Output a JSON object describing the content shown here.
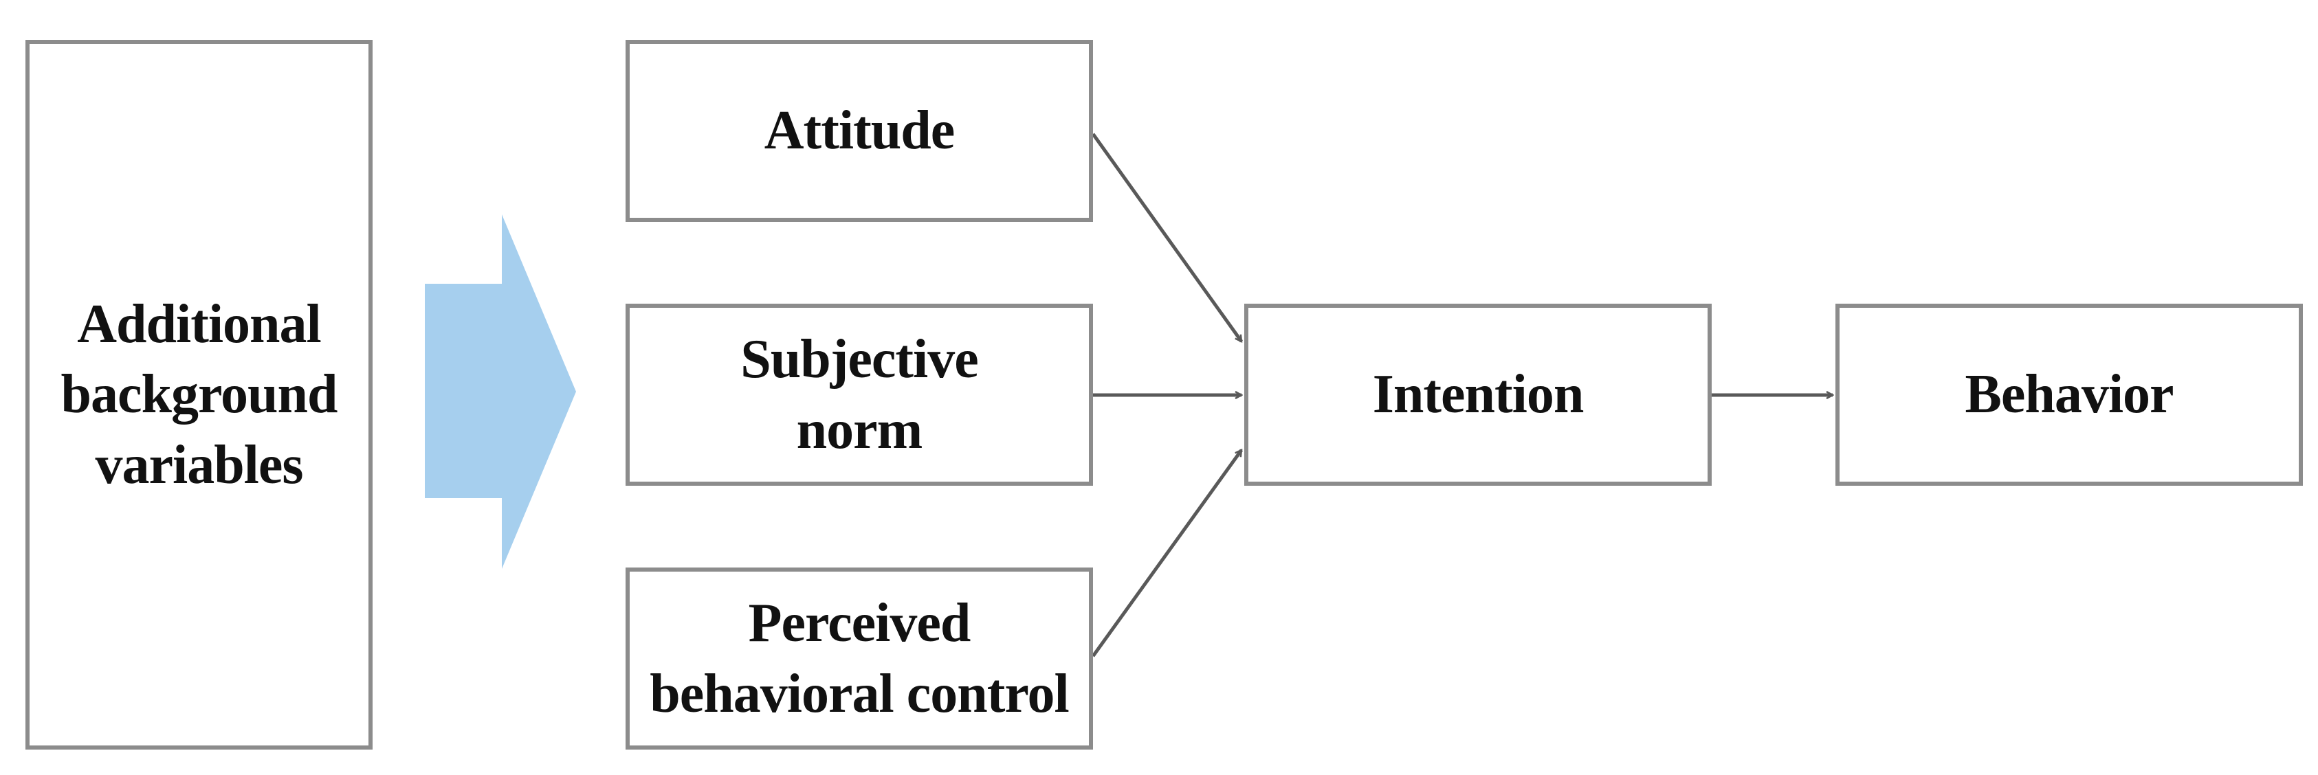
{
  "nodes": {
    "background": {
      "label": "Additional\nbackground\nvariables"
    },
    "attitude": {
      "label": "Attitude"
    },
    "subjective_norm": {
      "label": "Subjective\nnorm"
    },
    "pbc": {
      "label": "Perceived\nbehavioral control"
    },
    "intention": {
      "label": "Intention"
    },
    "behavior": {
      "label": "Behavior"
    }
  },
  "edges": [
    {
      "from": "attitude",
      "to": "intention"
    },
    {
      "from": "subjective_norm",
      "to": "intention"
    },
    {
      "from": "pbc",
      "to": "intention"
    },
    {
      "from": "intention",
      "to": "behavior"
    }
  ],
  "colors": {
    "box_border": "#8c8c8c",
    "arrow_line": "#595959",
    "big_arrow": "#a6cfee",
    "text": "#111111"
  }
}
